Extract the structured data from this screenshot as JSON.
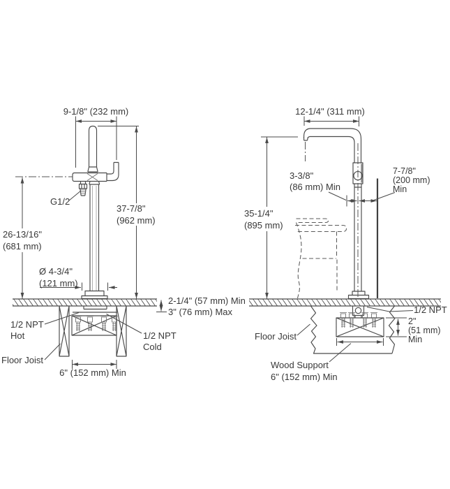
{
  "colors": {
    "line": "#4a4a4a",
    "text": "#383838",
    "background": "#ffffff"
  },
  "left_view": {
    "width_dim": "9-1/8\" (232 mm)",
    "supply_thread": "G1/2",
    "total_height_1": "37-7/8\"",
    "total_height_2": "(962 mm)",
    "spout_height_1": "26-13/16\"",
    "spout_height_2": "(681 mm)",
    "base_dia_1": "Ø 4-3/4\"",
    "base_dia_2": "(121 mm)",
    "floor_min": "2-1/4\" (57 mm) Min",
    "floor_max": "3\" (76 mm) Max",
    "hot_1": "1/2 NPT",
    "hot_2": "Hot",
    "cold_1": "1/2 NPT",
    "cold_2": "Cold",
    "floor_joist": "Floor Joist",
    "support_width": "6\" (152 mm) Min"
  },
  "right_view": {
    "reach_dim": "12-1/4\" (311 mm)",
    "tub_clearance_1": "3-3/8\"",
    "tub_clearance_2": "(86 mm) Min",
    "wall_clearance_1": "7-7/8\"",
    "wall_clearance_2": "(200 mm)",
    "wall_clearance_3": "Min",
    "height_1": "35-1/4\"",
    "height_2": "(895 mm)",
    "supply": "1/2 NPT",
    "support_thickness_1": "2\"",
    "support_thickness_2": "(51 mm)",
    "support_thickness_3": "Min",
    "floor_joist": "Floor Joist",
    "wood_support_1": "Wood Support",
    "wood_support_2": "6\" (152 mm) Min"
  }
}
